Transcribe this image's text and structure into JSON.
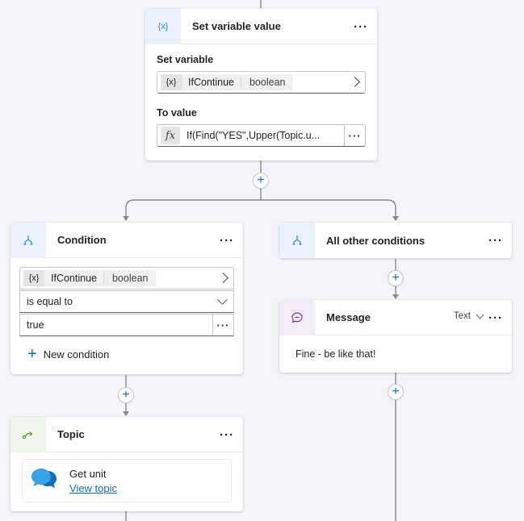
{
  "set_variable_node": {
    "title": "Set variable value",
    "icon": "variable-icon",
    "icon_glyph": "{x}",
    "set_variable_label": "Set variable",
    "variable": {
      "name": "IfContinue",
      "type": "boolean"
    },
    "to_value_label": "To value",
    "formula_glyph": "fx",
    "formula": "If(Find(\"YES\",Upper(Topic.u..."
  },
  "condition_node": {
    "title": "Condition",
    "icon": "branch-icon",
    "variable": {
      "glyph": "{x}",
      "name": "IfContinue",
      "type": "boolean"
    },
    "operator": "is equal to",
    "value": "true",
    "new_condition_label": "New condition"
  },
  "other_conditions_node": {
    "title": "All other conditions",
    "icon": "branch-icon"
  },
  "message_node": {
    "title": "Message",
    "icon": "message-icon",
    "type_selector": "Text",
    "text": "Fine - be like that!"
  },
  "topic_node": {
    "title": "Topic",
    "icon": "redirect-icon",
    "topic_name": "Get unit",
    "link_label": "View topic"
  },
  "colors": {
    "accent": "#0f6cbd",
    "canvas": "#f3f5f9",
    "connector": "#8a8886"
  }
}
